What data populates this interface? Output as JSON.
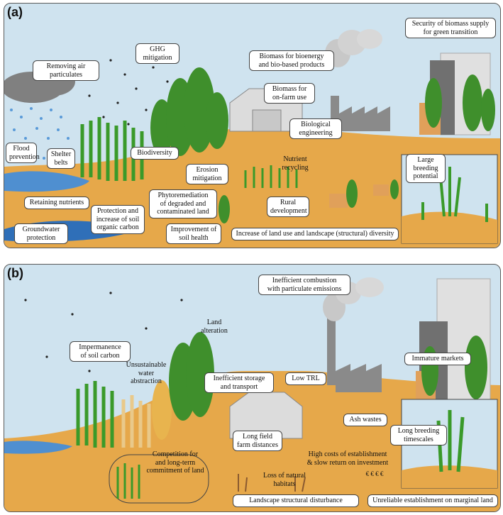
{
  "panel_a": {
    "label": "(a)",
    "labels": {
      "removing_air": "Removing air\nparticulates",
      "ghg": "GHG\nmitigation",
      "biomass_bioenergy": "Biomass for bioenergy\nand bio-based products",
      "security": "Security of biomass supply\nfor green transition",
      "biomass_onfarm": "Biomass for\non-farm use",
      "biological_engineering": "Biological\nengineering",
      "flood": "Flood\nprevention",
      "shelter": "Shelter\nbelts",
      "biodiversity": "Biodiversity",
      "erosion": "Erosion\nmitigation",
      "nutrient_recycling": "Nutrient\nrecycling",
      "large_breeding": "Large\nbreeding\npotential",
      "retaining": "Retaining nutrients",
      "protection": "Protection and\nincrease of soil\norganic carbon",
      "phyto": "Phytoremediation\nof degraded and\ncontaminated land",
      "rural": "Rural\ndevelopment",
      "groundwater": "Groundwater\nprotection",
      "soil_health": "Improvement of\nsoil health",
      "land_use": "Increase of land use and landscape (structural) diversity"
    }
  },
  "panel_b": {
    "label": "(b)",
    "labels": {
      "inefficient_combustion": "Inefficient combustion\nwith particulate emissions",
      "land_alteration": "Land\nalteration",
      "impermanence": "Impermanence\nof soil carbon",
      "unsustainable_water": "Unsustainable\nwater\nabstraction",
      "inefficient_storage": "Inefficient storage\nand transport",
      "low_trl": "Low TRL",
      "immature_markets": "Immature markets",
      "ash_wastes": "Ash wastes",
      "long_breeding": "Long breeding\ntimescales",
      "long_field": "Long field\nfarm distances",
      "high_costs": "High costs of establishment\n& slow return on investment",
      "currency": "€ € € €",
      "competition": "Competition for\nand long-term\ncommitment of land",
      "loss_habitats": "Loss of natural\nhabitats",
      "landscape_disturbance": "Landscape structural disturbance",
      "unreliable": "Unreliable establishment on marginal land"
    }
  },
  "colors": {
    "sky": "#cfe3ef",
    "ground": "#e6a84a",
    "grass": "#3a9a2a",
    "tree": "#3f8f2c",
    "building": "#8a8a8a",
    "water": "#4f8fd0",
    "dry_grass": "#e9c98a"
  }
}
